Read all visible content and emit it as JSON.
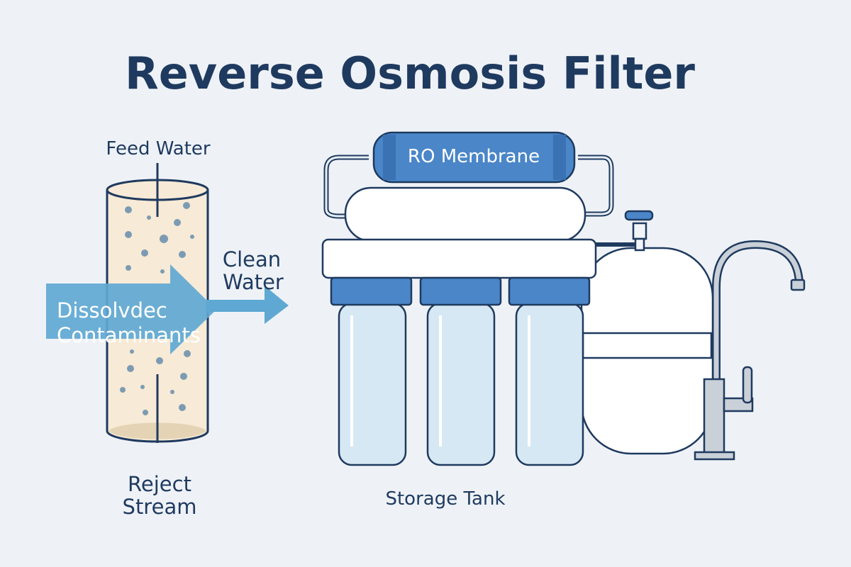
{
  "title": "Reverse Osmosis Filter",
  "labels": {
    "feed_water": "Feed Water",
    "clean_water_line1": "Clean",
    "clean_water_line2": "Water",
    "contaminants_line1": "Dissolvdec",
    "contaminants_line2": "Contaminants",
    "reject_line1": "Reject",
    "reject_line2": "Stream",
    "ro_membrane": "RO Membrane",
    "storage_tank": "Storage Tank"
  },
  "colors": {
    "background": "#eef2f7",
    "text": "#1f3a5f",
    "accent_blue": "#4a86c8",
    "arrow_blue": "#5fa8d3",
    "cylinder_fill": "#f7ead6"
  }
}
